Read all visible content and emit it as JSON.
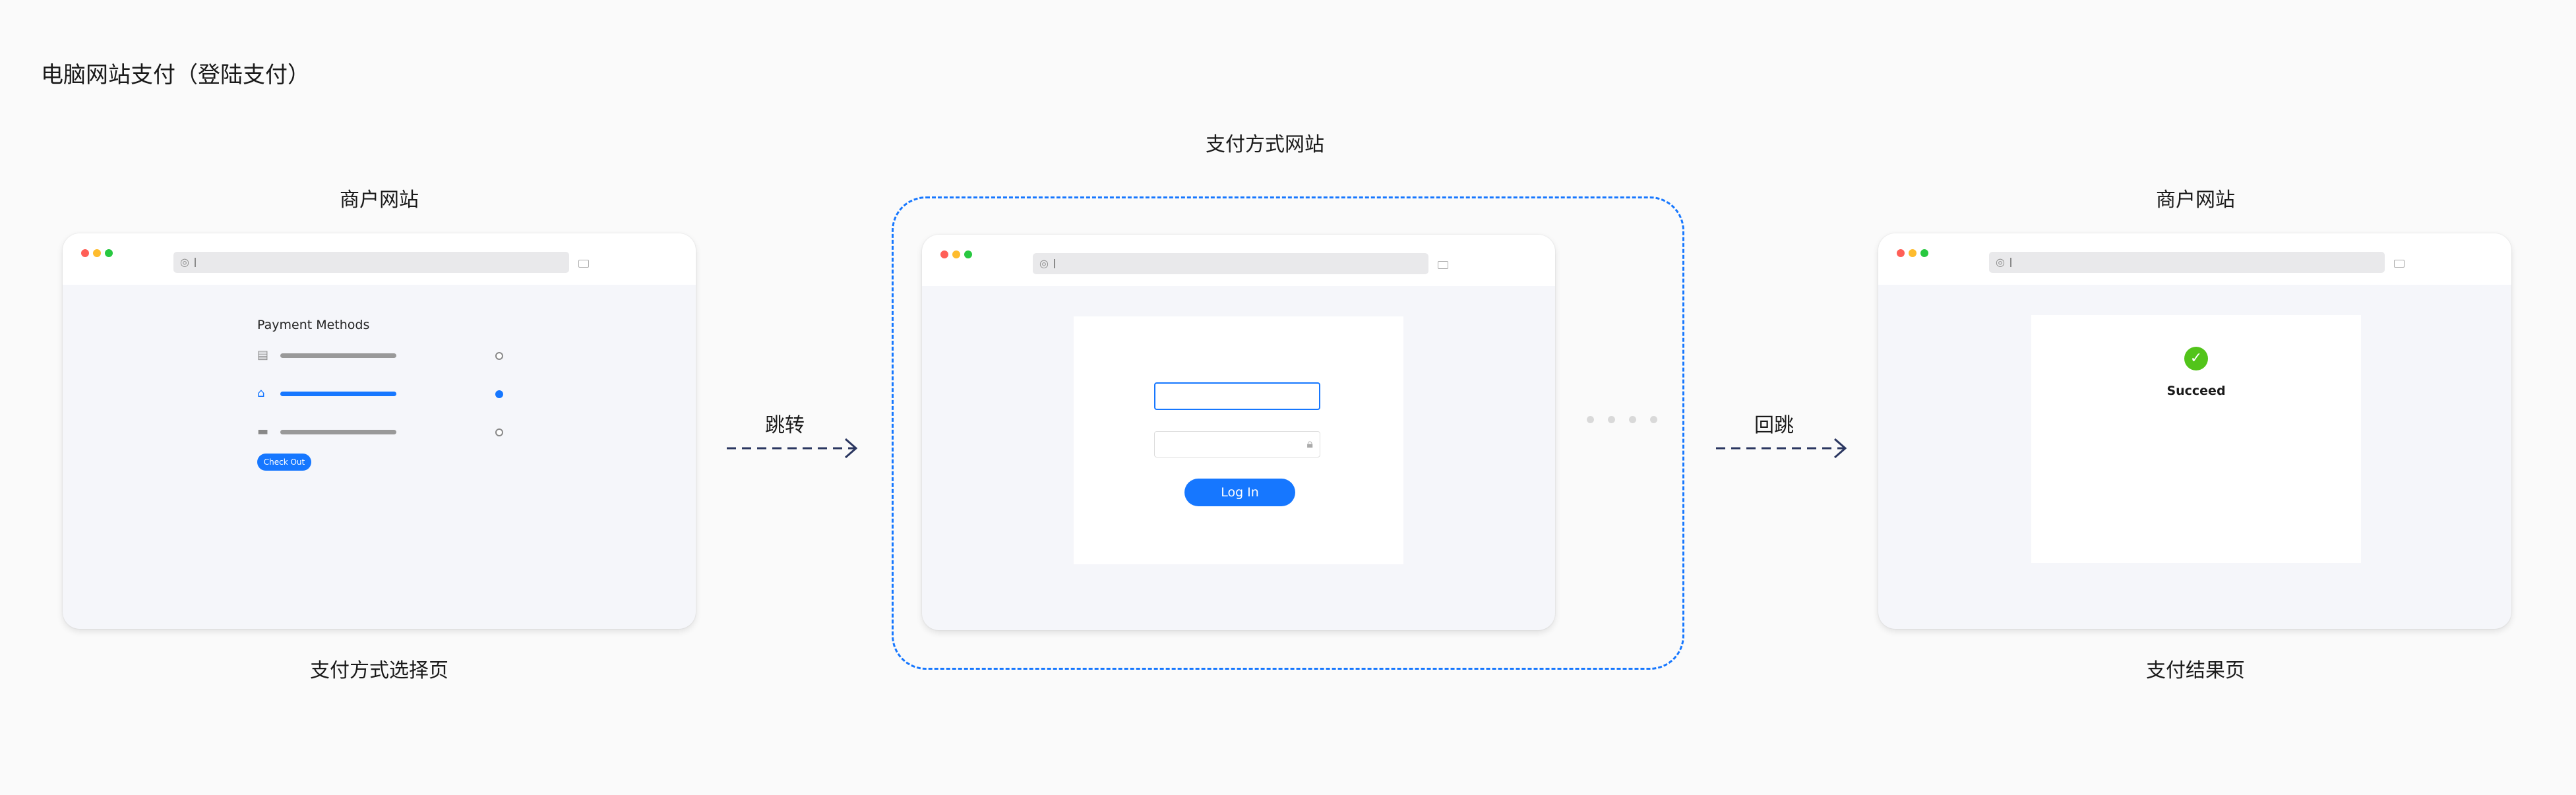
{
  "title": "电脑网站支付（登陆支付）",
  "colors": {
    "accent": "#1677ff",
    "dashed_border": "#1677ff",
    "success": "#52c41a",
    "arrow": "#2a3660"
  },
  "stages": {
    "merchant_top": "商户网站",
    "payment_site_top": "支付方式网站",
    "merchant_result_top": "商户网站",
    "selection_caption": "支付方式选择页",
    "result_caption": "支付结果页"
  },
  "arrows": {
    "jump": "跳转",
    "return": "回跳"
  },
  "payment_page": {
    "heading": "Payment Methods",
    "methods": [
      {
        "icon": "wallet-icon",
        "selected": false
      },
      {
        "icon": "bank-icon",
        "selected": true
      },
      {
        "icon": "card-icon",
        "selected": false
      }
    ],
    "checkout_label": "Check Out"
  },
  "login_page": {
    "login_label": "Log In",
    "password_icon": "lock-icon"
  },
  "result_page": {
    "status": "Succeed",
    "status_icon": "check-circle-icon"
  }
}
